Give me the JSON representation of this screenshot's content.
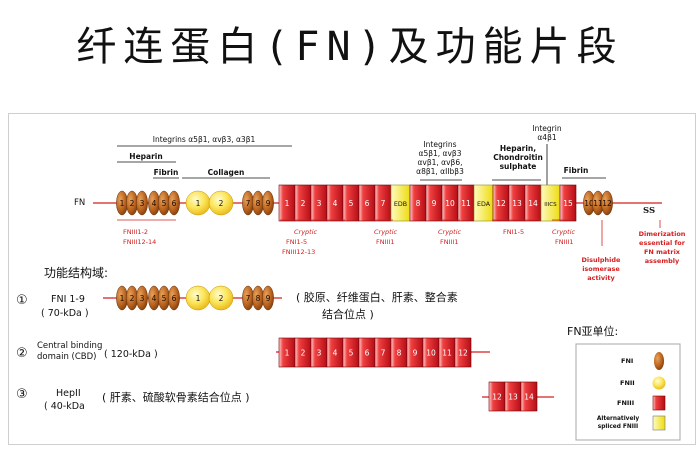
{
  "title": "纤连蛋白(FN)及功能片段",
  "labels": {
    "integrins_top": "Integrins α5β1, αvβ3, α3β1",
    "heparin": "Heparin",
    "fibrin": "Fibrin",
    "collagen": "Collagen",
    "integrins_mid_1": "Integrins",
    "integrins_mid_2": "α5β1, αvβ3",
    "integrins_mid_3": "αvβ1, αvβ6,",
    "integrins_mid_4": "α8β1, αIIbβ3",
    "heparin_chondroitin_1": "Heparin,",
    "heparin_chondroitin_2": "Chondroitin",
    "heparin_chondroitin_3": "sulphate",
    "integrin_a4_1": "Integrin",
    "integrin_a4_2": "α4β1",
    "fibrin_right": "Fibrin",
    "fn": "FN",
    "ss": "SS",
    "cryptic": "Cryptic",
    "fni15": "FNI1-5",
    "fniii1213": "FNIII12-13",
    "fniii1_a": "FNIII1",
    "fniii1_b": "FNIII1",
    "fni15_b": "FNI1-5",
    "fniii1_c": "FNIII1",
    "red_left_1": "FNIII1-2",
    "red_left_2": "FNIII12-14",
    "disulphide_1": "Disulphide",
    "disulphide_2": "isomerase",
    "disulphide_3": "activity",
    "dimer_1": "Dimerization",
    "dimer_2": "essential for",
    "dimer_3": "FN matrix",
    "dimer_4": "assembly",
    "domains_heading": "功能结构域:",
    "num1": "①",
    "num2": "②",
    "num3": "③",
    "frag1_name": "FNI 1-9",
    "frag1_size": "( 70-kDa )",
    "frag1_desc_1": "( 胶原、纤维蛋白、肝素、整合素",
    "frag1_desc_2": "结合位点 )",
    "frag2_name_1": "Central binding",
    "frag2_name_2": "domain (CBD)",
    "frag2_size": "( 120-kDa )",
    "frag3_name": "HepII",
    "frag3_size": "( 40-kDa",
    "frag3_desc": "( 肝素、硫酸软骨素结合位点 )",
    "legend_title": "FN亚单位:",
    "legend_fni": "FNI",
    "legend_fnii": "FNII",
    "legend_fniii": "FNIII",
    "legend_alt_1": "Alternatively",
    "legend_alt_2": "spliced FNIII"
  },
  "fni_numbers": [
    "1",
    "2",
    "3",
    "4",
    "5",
    "6"
  ],
  "fnii_numbers": [
    "1",
    "2"
  ],
  "fni_right": [
    "7",
    "8",
    "9"
  ],
  "fniii_main": [
    "1",
    "2",
    "3",
    "4",
    "5",
    "6",
    "7",
    "EDB",
    "8",
    "9",
    "10",
    "11",
    "EDA",
    "12",
    "13",
    "14",
    "IIICS",
    "15"
  ],
  "fni_end": [
    "10",
    "11",
    "12"
  ],
  "frag2_numbers": [
    "1",
    "2",
    "3",
    "4",
    "5",
    "6",
    "7",
    "8",
    "9",
    "10",
    "11",
    "12"
  ],
  "frag3_numbers": [
    "12",
    "13",
    "14"
  ],
  "colors": {
    "fni": "#b8621e",
    "fnii": "#f2c400",
    "fniii": "#e0202a",
    "alt": "#f3e41a",
    "accent_red": "#d42020"
  }
}
